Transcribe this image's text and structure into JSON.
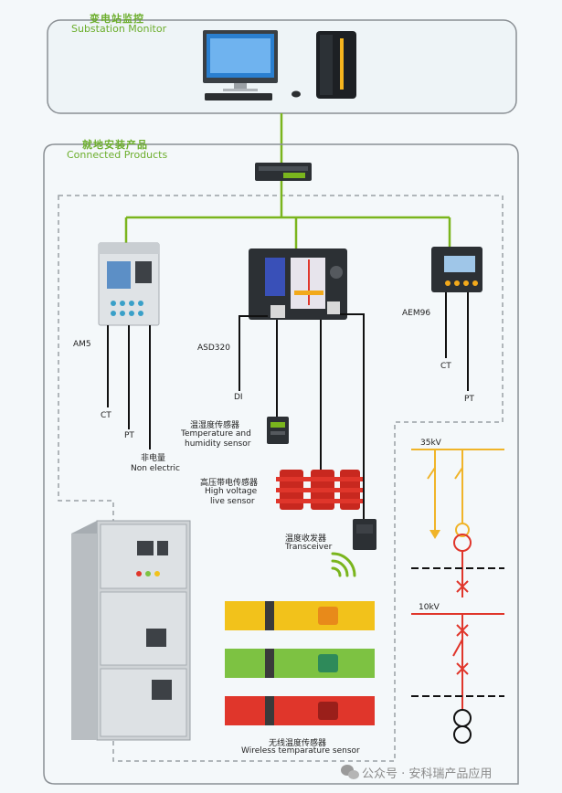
{
  "sections": {
    "monitor": {
      "title_cn": "变电站监控",
      "title_en": "Substation Monitor"
    },
    "products": {
      "title_cn": "就地安装产品",
      "title_en": "Connected Products"
    }
  },
  "devices": {
    "am5": "AM5",
    "asd320": "ASD320",
    "aem96": "AEM96"
  },
  "signals": {
    "ct_left": "CT",
    "pt_left": "PT",
    "non_electric_cn": "非电量",
    "non_electric_en": "Non electric",
    "di": "DI",
    "ct_right": "CT",
    "pt_right": "PT"
  },
  "sensors": {
    "temp_humidity": {
      "cn": "温湿度传感器",
      "en_1": "Temperature and",
      "en_2": "humidity sensor"
    },
    "high_voltage": {
      "cn": "高压带电传感器",
      "en_1": "High voltage",
      "en_2": "live sensor"
    },
    "transceiver": {
      "cn": "温度收发器",
      "en": "Transceiver"
    },
    "wireless_temp": {
      "cn": "无线温度传感器",
      "en": "Wireless temparature sensor"
    }
  },
  "single_line": {
    "v35": "35kV",
    "v10": "10kV"
  },
  "watermark": "公众号 · 安科瑞产品应用",
  "colors": {
    "accent_green": "#7ab51d",
    "frame_gray": "#8a8f94",
    "yellow": "#f2c21b",
    "green": "#7dc242",
    "red": "#e0362b",
    "orange_line": "#f0b429",
    "red_line": "#e0362b"
  }
}
